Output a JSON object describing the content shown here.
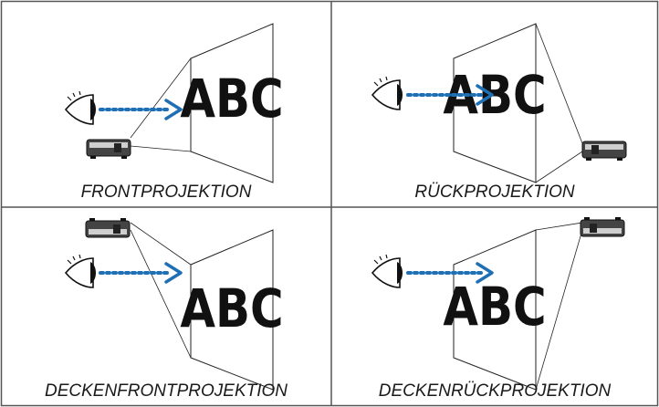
{
  "panels": [
    {
      "id": "front",
      "label": "FRONTPROJEKTION",
      "screen_text": "ABC",
      "projector": "floor-front",
      "view": "front"
    },
    {
      "id": "rear",
      "label": "RÜCKPROJEKTION",
      "screen_text": "ABC",
      "projector": "floor-rear",
      "view": "rear"
    },
    {
      "id": "ceiling-front",
      "label": "DECKENFRONTPROJEKTION",
      "screen_text": "ABC",
      "projector": "ceiling-front",
      "view": "front"
    },
    {
      "id": "ceiling-rear",
      "label": "DECKENRÜCKPROJEKTION",
      "screen_text": "ABC",
      "projector": "ceiling-rear",
      "view": "rear"
    }
  ],
  "colors": {
    "arrow": "#1f6fb5",
    "border": "#555555",
    "ink": "#111111"
  },
  "icons": [
    "eye-icon",
    "projector-icon",
    "arrow-icon"
  ]
}
